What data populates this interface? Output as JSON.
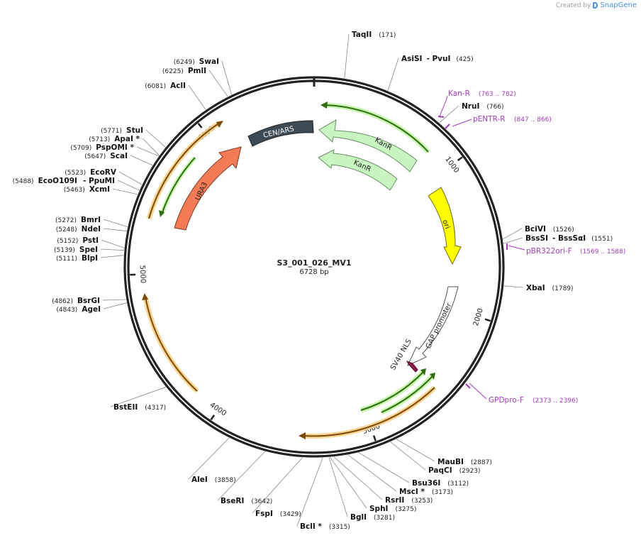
{
  "header": {
    "created_by": "Created by",
    "brand": "SnapGene"
  },
  "plasmid": {
    "name": "S3_001_026_MV1",
    "size_label": "6728 bp",
    "length": 6728
  },
  "colors": {
    "backbone": "#222222",
    "primer": "#a23bbd",
    "kanr": "#c8f5c0",
    "ori": "#ffff00",
    "ura3": "#f47b55",
    "cen_ars": "#3c4a55",
    "orf_green": "#3d8c1f",
    "orf_orange": "#c98a1e",
    "nls": "#8b1c4a"
  },
  "ticks": [
    {
      "pos": 1000,
      "label": "1000"
    },
    {
      "pos": 2000,
      "label": "2000"
    },
    {
      "pos": 3000,
      "label": "3000"
    },
    {
      "pos": 4000,
      "label": "4000"
    },
    {
      "pos": 5000,
      "label": "5000"
    },
    {
      "pos": 6000,
      "label": "6000"
    }
  ],
  "sites": [
    {
      "name": "TaqII",
      "pos": "171"
    },
    {
      "name": "AsiSI",
      "extra": "- PvuI",
      "pos": "425"
    },
    {
      "name": "NruI",
      "pos": "766"
    },
    {
      "name": "BciVI",
      "pos": "1526"
    },
    {
      "name": "BssSI",
      "extra": "- BssSαI",
      "pos": "1551"
    },
    {
      "name": "XbaI",
      "pos": "1789"
    },
    {
      "name": "MauBI",
      "pos": "2887"
    },
    {
      "name": "PaqCI",
      "pos": "2923"
    },
    {
      "name": "Bsu36I",
      "pos": "3112"
    },
    {
      "name": "MscI *",
      "pos": "3173"
    },
    {
      "name": "RsrII",
      "pos": "3253"
    },
    {
      "name": "SphI",
      "pos": "3275"
    },
    {
      "name": "BglI",
      "pos": "3281"
    },
    {
      "name": "BclI *",
      "pos": "3315"
    },
    {
      "name": "FspI",
      "pos": "3429"
    },
    {
      "name": "BseRI",
      "pos": "3642"
    },
    {
      "name": "AleI",
      "pos": "3858"
    },
    {
      "name": "BstEII",
      "pos": "4317"
    },
    {
      "name": "AgeI",
      "pos": "4843"
    },
    {
      "name": "BsrGI",
      "pos": "4862"
    },
    {
      "name": "BlpI",
      "pos": "5111"
    },
    {
      "name": "SpeI",
      "pos": "5139"
    },
    {
      "name": "PstI",
      "pos": "5152"
    },
    {
      "name": "NdeI",
      "pos": "5248"
    },
    {
      "name": "BmrI",
      "pos": "5272"
    },
    {
      "name": "XcmI",
      "pos": "5463"
    },
    {
      "name": "EcoO109I",
      "extra": "- PpuMI",
      "pos": "5488"
    },
    {
      "name": "EcoRV",
      "pos": "5523"
    },
    {
      "name": "ScaI",
      "pos": "5647"
    },
    {
      "name": "PspOMI *",
      "pos": "5709"
    },
    {
      "name": "ApaI *",
      "pos": "5713"
    },
    {
      "name": "StuI",
      "pos": "5771"
    },
    {
      "name": "AclI",
      "pos": "6081"
    },
    {
      "name": "PmlI",
      "pos": "6225"
    },
    {
      "name": "SwaI",
      "pos": "6249"
    }
  ],
  "primers": [
    {
      "name": "Kan-R",
      "range": "(763 .. 782)"
    },
    {
      "name": "pENTR-R",
      "range": "(847 .. 866)"
    },
    {
      "name": "pBR322ori-F",
      "range": "(1569 .. 1588)"
    },
    {
      "name": "GPDpro-F",
      "range": "(2373 .. 2396)"
    }
  ],
  "features": [
    {
      "name": "KanR",
      "kind": "kanr"
    },
    {
      "name": "KanR",
      "kind": "kanr"
    },
    {
      "name": "ori",
      "kind": "ori"
    },
    {
      "name": "GAP promoter",
      "kind": "promoter"
    },
    {
      "name": "SV40 NLS",
      "kind": "nls"
    },
    {
      "name": "URA3",
      "kind": "ura3"
    },
    {
      "name": "CEN/ARS",
      "kind": "cen_ars"
    }
  ]
}
